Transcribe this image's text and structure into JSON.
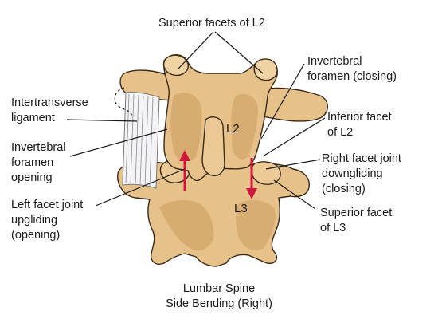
{
  "labels": {
    "superior_facets_l2": "Superior facets of L2",
    "invertebral_foramen_closing": [
      "Invertebral",
      "foramen (closing)"
    ],
    "intertransverse_ligament": [
      "Intertransverse",
      "ligament"
    ],
    "inferior_facet_l2": [
      "Inferior facet",
      "of L2"
    ],
    "invertebral_foramen_opening": [
      "Invertebral",
      "foramen",
      "opening"
    ],
    "right_facet_joint": [
      "Right facet joint",
      "downgliding",
      "(closing)"
    ],
    "left_facet_joint": [
      "Left facet joint",
      "upgliding",
      "(opening)"
    ],
    "superior_facet_l3": [
      "Superior facet",
      "of L3"
    ],
    "l2": "L2",
    "l3": "L3"
  },
  "caption": [
    "Lumbar Spine",
    "Side Bending (Right)"
  ],
  "colors": {
    "bone_fill": "#e6c18a",
    "bone_shadow": "#b98a4e",
    "bone_outline": "#3a2a18",
    "arrow": "#d0183c",
    "ligament": "#f4f4f6",
    "leader_line": "#1a1a1a"
  }
}
